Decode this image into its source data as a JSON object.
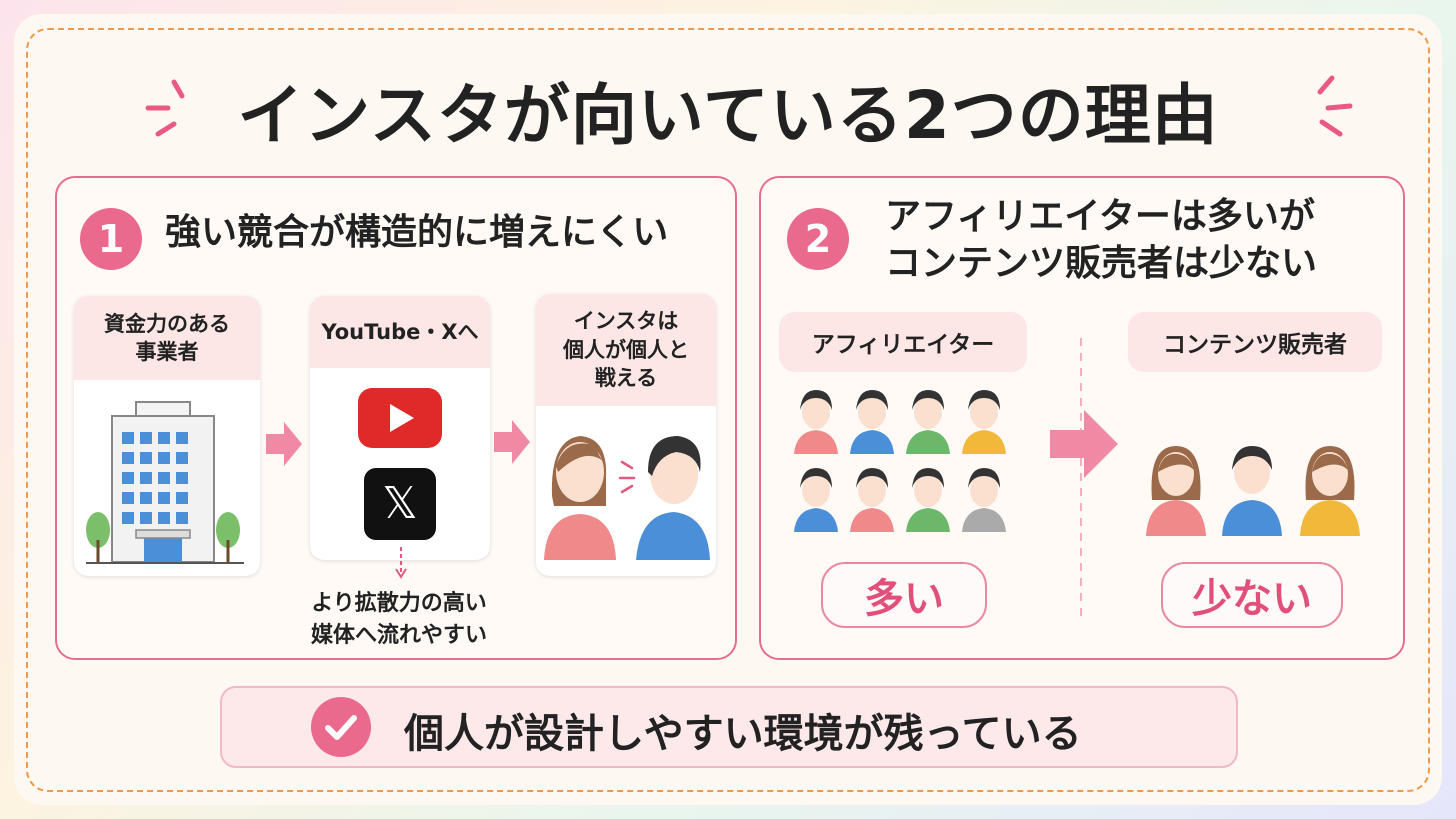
{
  "title": "インスタが向いている2つの理由",
  "reason1": {
    "number": "1",
    "heading": "強い競合が構造的に増えにくい",
    "step1_label_line1": "資金力のある",
    "step1_label_line2": "事業者",
    "step2_label": "YouTube・Xへ",
    "step3_label_line1": "インスタは",
    "step3_label_line2": "個人が個人と",
    "step3_label_line3": "戦える",
    "x_logo": "𝕏",
    "note_line1": "より拡散力の高い",
    "note_line2": "媒体へ流れやすい"
  },
  "reason2": {
    "number": "2",
    "heading_line1": "アフィリエイターは多いが",
    "heading_line2": "コンテンツ販売者は少ない",
    "left_label": "アフィリエイター",
    "right_label": "コンテンツ販売者",
    "left_badge": "多い",
    "right_badge": "少ない"
  },
  "conclusion": "個人が設計しやすい環境が残っている",
  "colors": {
    "accent": "#ea6a8e",
    "border": "#e46e8e",
    "dash": "#ef9a4a",
    "youtube": "#e02a2a",
    "x": "#111111"
  }
}
